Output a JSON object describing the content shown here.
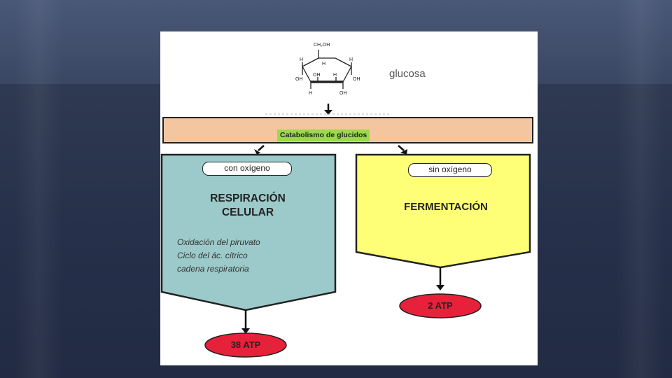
{
  "molecule": {
    "name": "glucosa",
    "atoms": {
      "ch2oh": "CH₂OH",
      "h_left": "H",
      "h_top": "H",
      "oh_inner_left": "OH",
      "h_inner_right": "H",
      "h_right": "H",
      "oh_left": "OH",
      "oh_right": "OH",
      "h_bottom_left": "H",
      "oh_bottom": "OH"
    }
  },
  "catabolism_label": "Catabolismo de glucidos",
  "left_branch": {
    "condition": "con oxígeno",
    "title_line1": "RESPIRACIÓN",
    "title_line2": "CELULAR",
    "steps": [
      "Oxidación del piruvato",
      "Ciclo del ác. cítrico",
      "cadena respiratoria"
    ],
    "result": "38 ATP",
    "fill_color": "#9ccaca"
  },
  "right_branch": {
    "condition": "sin oxígeno",
    "title": "FERMENTACIÓN",
    "result": "2 ATP",
    "fill_color": "#ffff77"
  },
  "colors": {
    "catabolism_bar": "#f4c6a0",
    "catabolism_label_bg": "#9bd94a",
    "atp_ellipse": "#e8213a"
  }
}
